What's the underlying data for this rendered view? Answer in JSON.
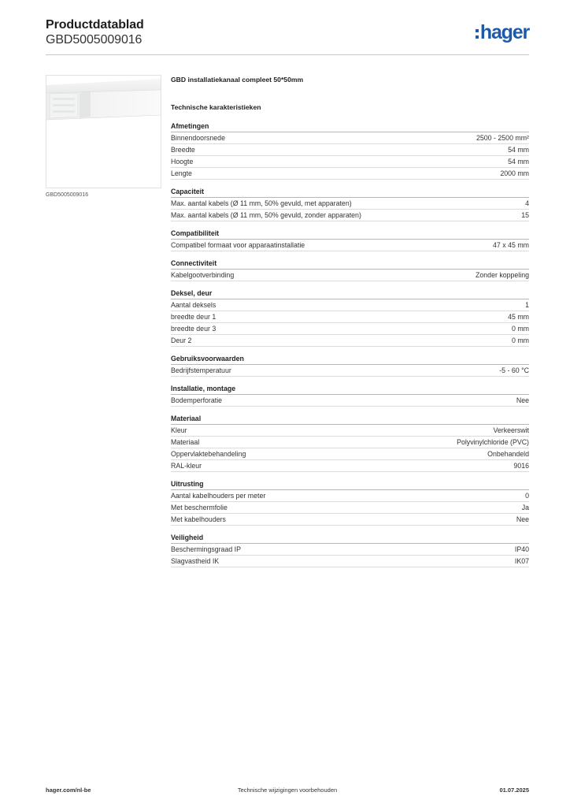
{
  "header": {
    "title": "Productdatablad",
    "code": "GBD5005009016",
    "logo_text": "hager",
    "brand_color": "#1d5aa8"
  },
  "product": {
    "image_icon": "cable-duct-product-photo",
    "image_caption": "GBD5005009016",
    "name": "GBD installatiekanaal compleet 50*50mm",
    "tech_heading": "Technische karakteristieken"
  },
  "sections": [
    {
      "title": "Afmetingen",
      "rows": [
        {
          "label": "Binnendoorsnede",
          "value": "2500 - 2500 mm²"
        },
        {
          "label": "Breedte",
          "value": "54 mm"
        },
        {
          "label": "Hoogte",
          "value": "54 mm"
        },
        {
          "label": "Lengte",
          "value": "2000 mm"
        }
      ]
    },
    {
      "title": "Capaciteit",
      "rows": [
        {
          "label": "Max. aantal kabels (Ø 11 mm, 50% gevuld, met apparaten)",
          "value": "4"
        },
        {
          "label": "Max. aantal kabels (Ø 11 mm, 50% gevuld, zonder apparaten)",
          "value": "15"
        }
      ]
    },
    {
      "title": "Compatibiliteit",
      "rows": [
        {
          "label": "Compatibel formaat voor apparaatinstallatie",
          "value": "47 x 45 mm"
        }
      ]
    },
    {
      "title": "Connectiviteit",
      "rows": [
        {
          "label": "Kabelgootverbinding",
          "value": "Zonder koppeling"
        }
      ]
    },
    {
      "title": "Deksel, deur",
      "rows": [
        {
          "label": "Aantal deksels",
          "value": "1"
        },
        {
          "label": "breedte deur 1",
          "value": "45 mm"
        },
        {
          "label": "breedte deur 3",
          "value": "0 mm"
        },
        {
          "label": "Deur 2",
          "value": "0 mm"
        }
      ]
    },
    {
      "title": "Gebruiksvoorwaarden",
      "rows": [
        {
          "label": "Bedrijfstemperatuur",
          "value": "-5 - 60 °C"
        }
      ]
    },
    {
      "title": "Installatie, montage",
      "rows": [
        {
          "label": "Bodemperforatie",
          "value": "Nee"
        }
      ]
    },
    {
      "title": "Materiaal",
      "rows": [
        {
          "label": "Kleur",
          "value": "Verkeerswit"
        },
        {
          "label": "Materiaal",
          "value": "Polyvinylchloride (PVC)"
        },
        {
          "label": "Oppervlaktebehandeling",
          "value": "Onbehandeld"
        },
        {
          "label": "RAL-kleur",
          "value": "9016"
        }
      ]
    },
    {
      "title": "Uitrusting",
      "rows": [
        {
          "label": "Aantal kabelhouders per meter",
          "value": "0"
        },
        {
          "label": "Met beschermfolie",
          "value": "Ja"
        },
        {
          "label": "Met kabelhouders",
          "value": "Nee"
        }
      ]
    },
    {
      "title": "Veiligheid",
      "rows": [
        {
          "label": "Beschermingsgraad IP",
          "value": "IP40"
        },
        {
          "label": "Slagvastheid IK",
          "value": "IK07"
        }
      ]
    }
  ],
  "footer": {
    "website": "hager.com/nl-be",
    "disclaimer": "Technische wijzigingen voorbehouden",
    "date": "01.07.2025"
  }
}
